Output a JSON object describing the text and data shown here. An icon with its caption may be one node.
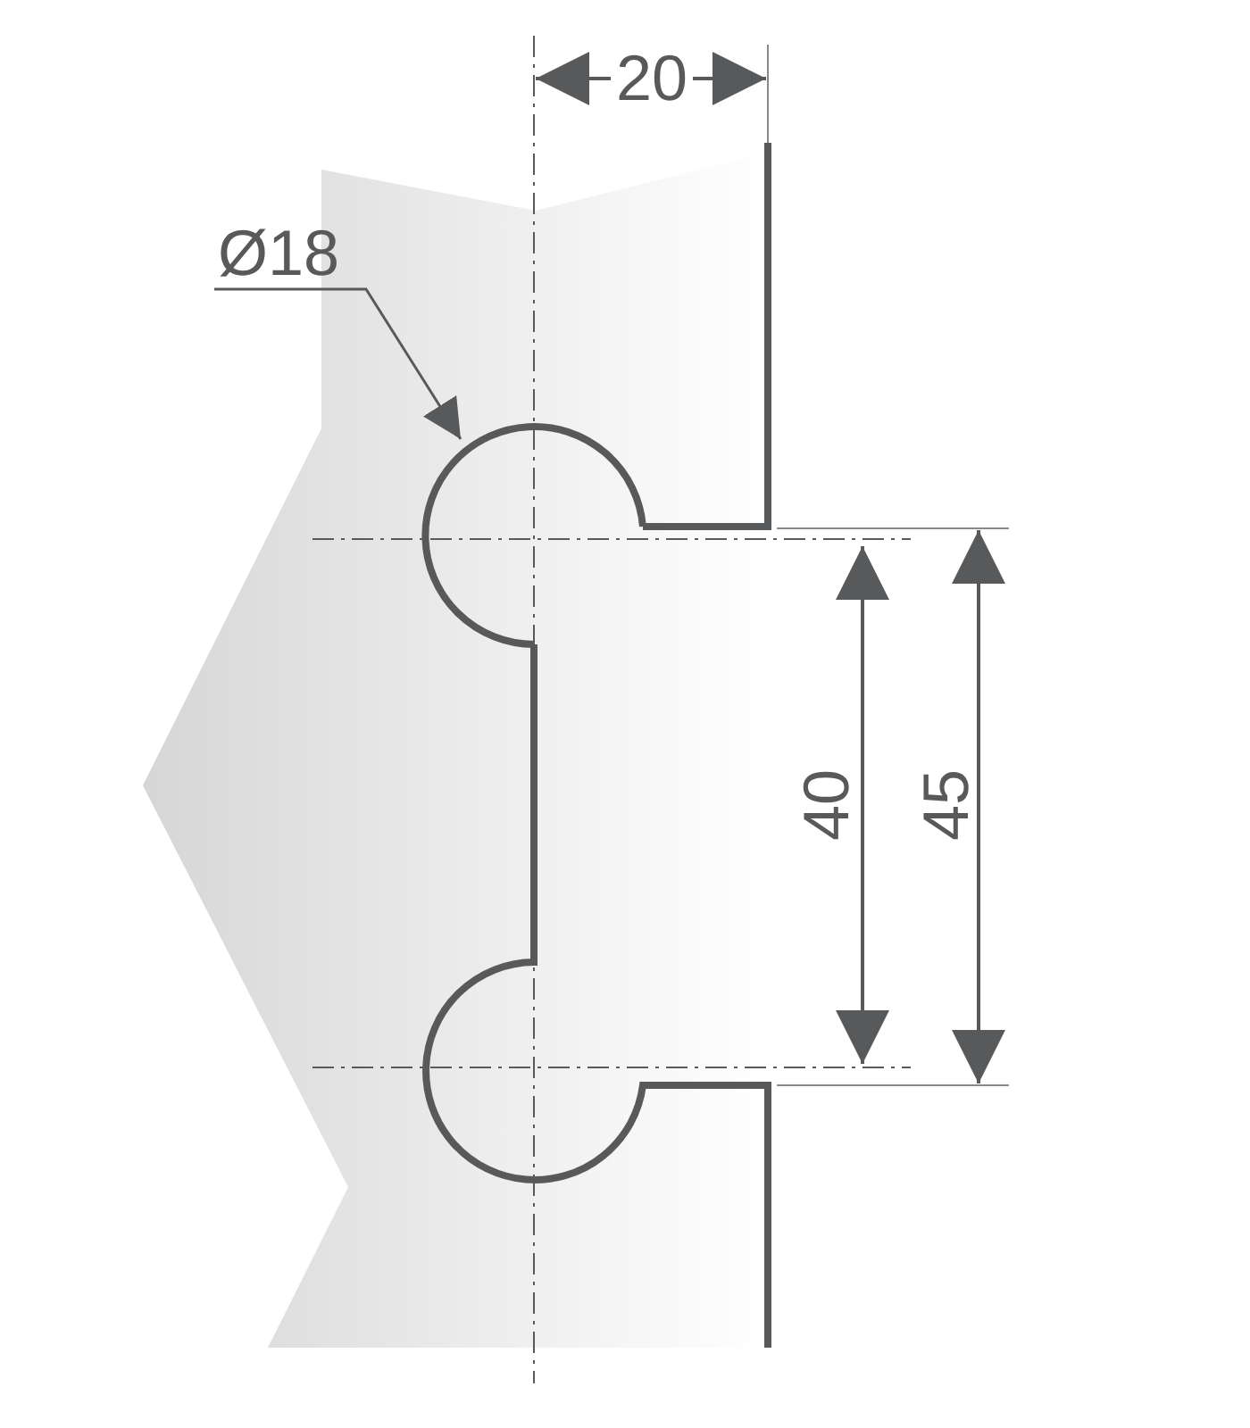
{
  "diagram": {
    "nodes": [
      {
        "text": [
          "Ø18"
        ]
      },
      {
        "text": [],
        "shape": "circle"
      }
    ],
    "edges": [
      {
        "from": 0,
        "to": 1,
        "arrow": "to"
      }
    ],
    "labels": [
      "20",
      "40",
      "45"
    ]
  }
}
